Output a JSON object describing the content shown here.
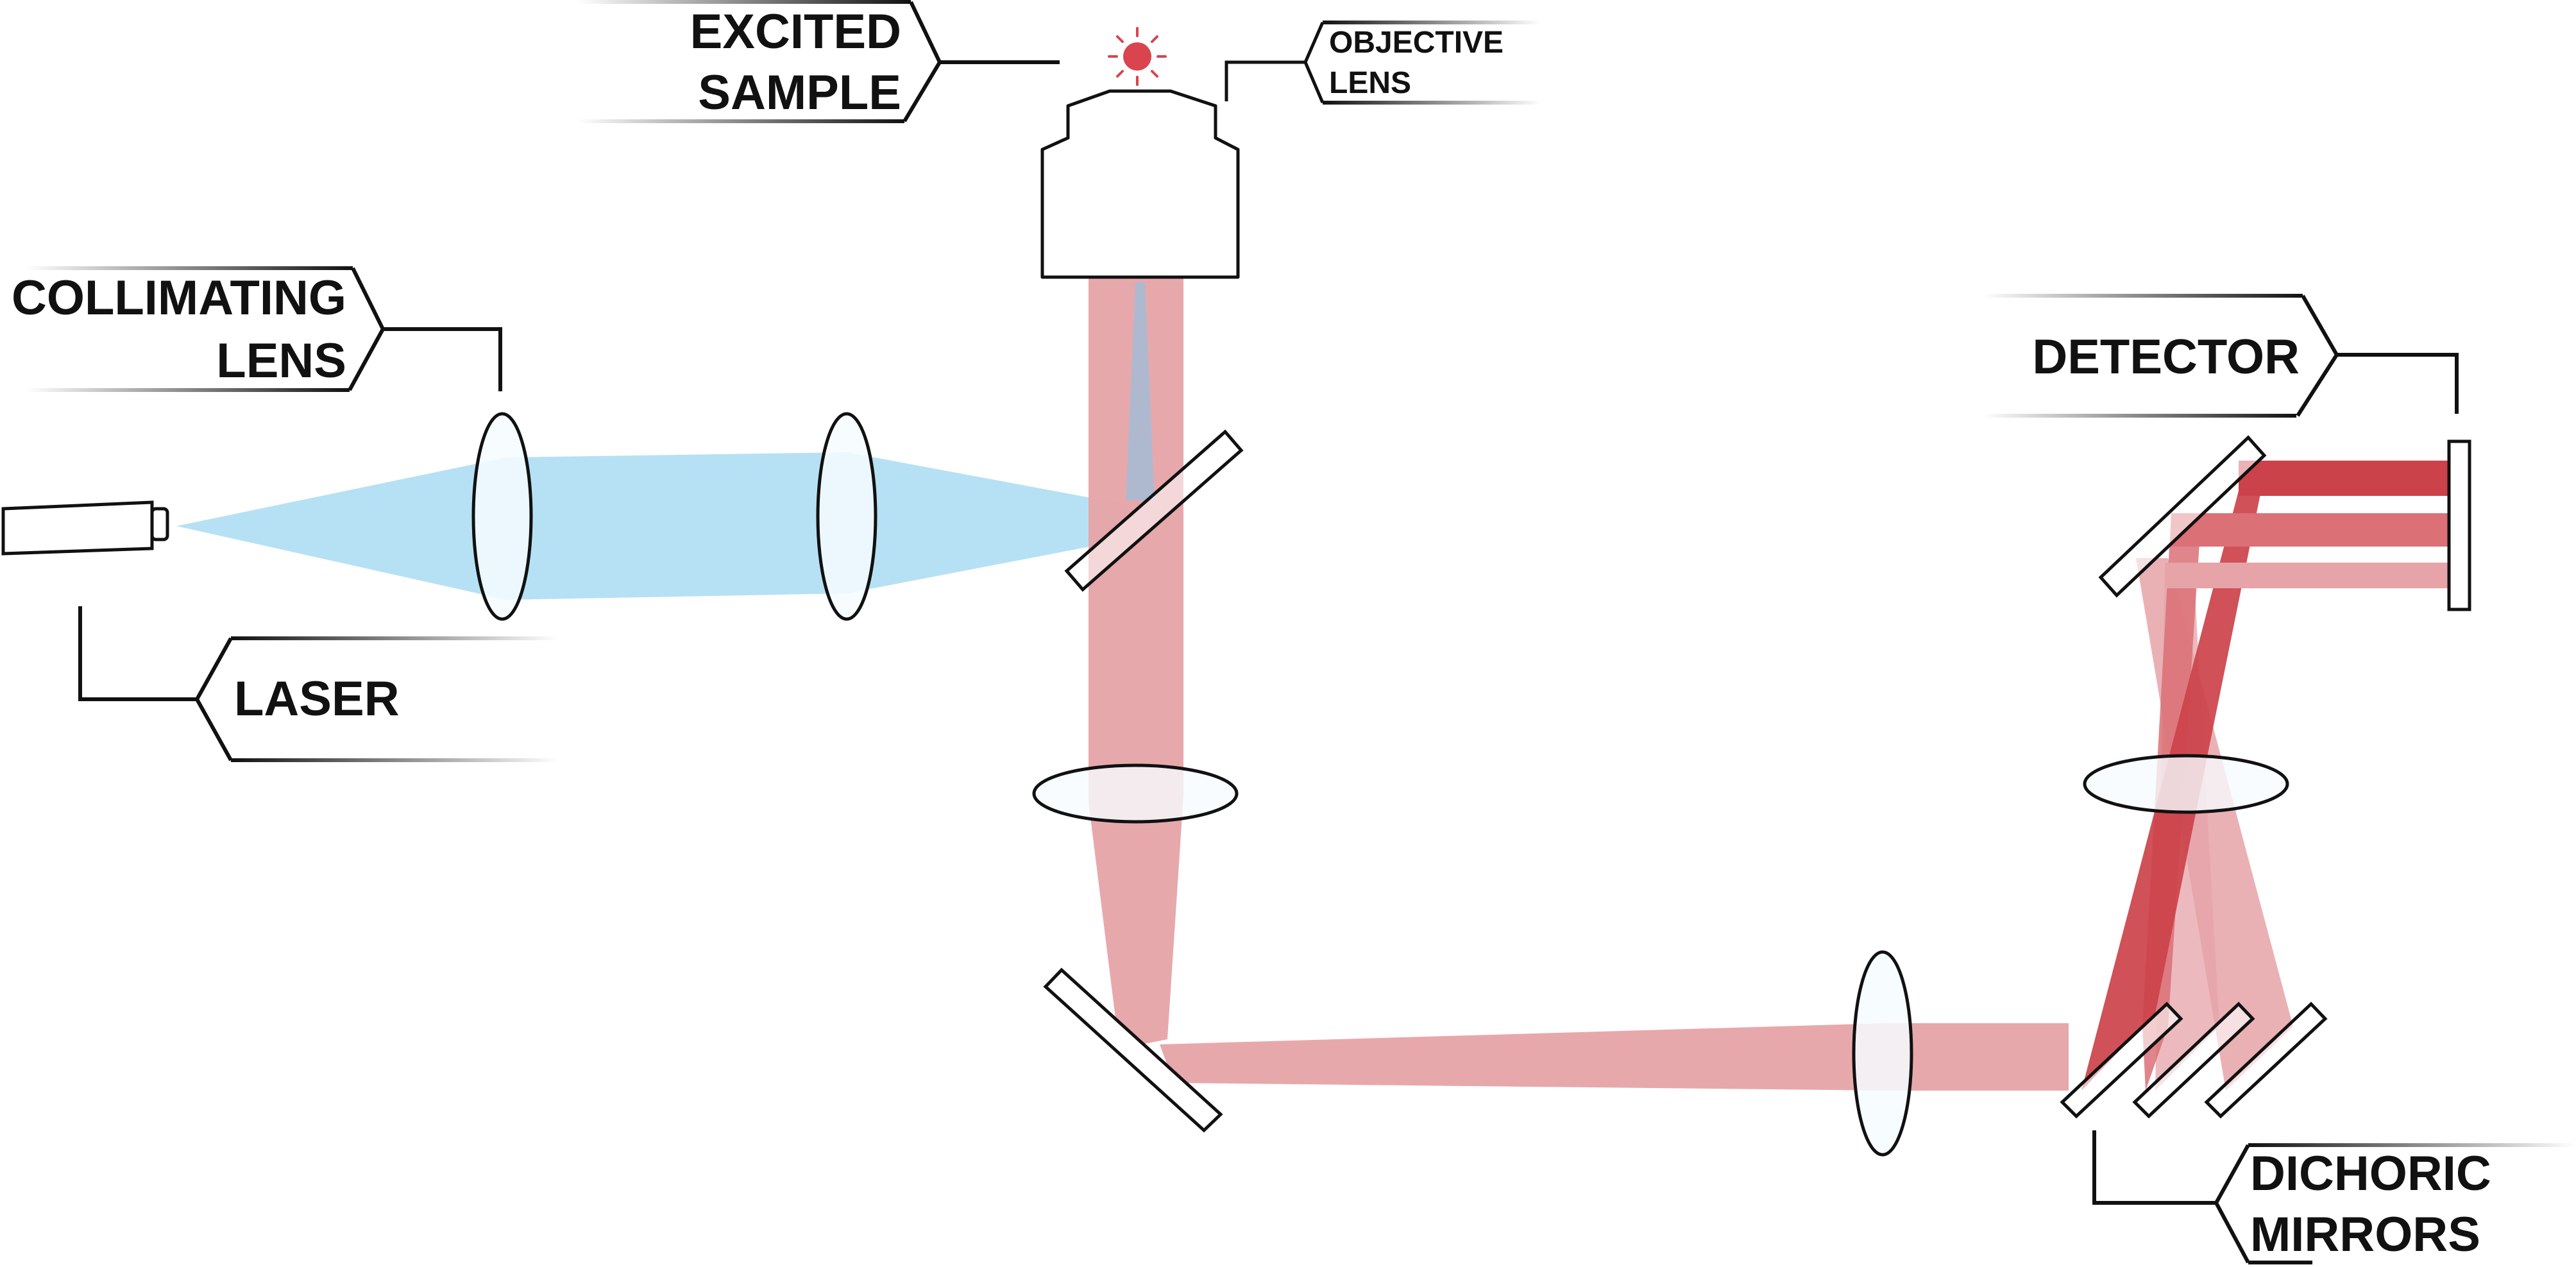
{
  "labels": {
    "excited_sample": [
      "EXCITED",
      "SAMPLE"
    ],
    "objective_lens": [
      "OBJECTIVE",
      "LENS"
    ],
    "collimating_lens": [
      "COLLIMATING",
      "LENS"
    ],
    "laser": "LASER",
    "detector": "DETECTOR",
    "dichoric_mirrors": [
      "DICHORIC",
      "MIRRORS"
    ]
  },
  "colors": {
    "excitation_beam": "#a9dcf2",
    "emission_beam_light": "#e6a3a8",
    "emission_beam_mid": "#db7077",
    "emission_beam_dark": "#cc424a",
    "sample_dot": "#d9444e",
    "outline": "#111111",
    "lens_fill": "#f6fbfe"
  }
}
